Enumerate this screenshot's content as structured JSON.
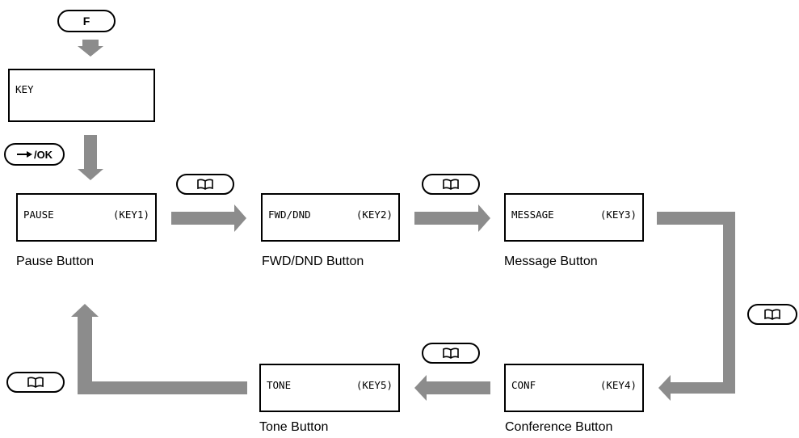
{
  "colors": {
    "arrow": "#8c8c8c",
    "border": "#000000",
    "background": "#ffffff"
  },
  "keys": {
    "function": {
      "label": "F"
    },
    "enter_ok": {
      "label": "OK",
      "icon": "right-arrow-icon"
    },
    "phonebook": {
      "icon": "open-book-icon"
    }
  },
  "displays": {
    "key_menu": {
      "label": "KEY",
      "key": ""
    },
    "pause": {
      "label": "PAUSE",
      "key": "(KEY1)"
    },
    "fwd_dnd": {
      "label": "FWD/DND",
      "key": "(KEY2)"
    },
    "message": {
      "label": "MESSAGE",
      "key": "(KEY3)"
    },
    "conf": {
      "label": "CONF",
      "key": "(KEY4)"
    },
    "tone": {
      "label": "TONE",
      "key": "(KEY5)"
    }
  },
  "captions": {
    "pause": "Pause Button",
    "fwd_dnd": "FWD/DND Button",
    "message": "Message Button",
    "conference": "Conference Button",
    "tone": "Tone Button"
  }
}
